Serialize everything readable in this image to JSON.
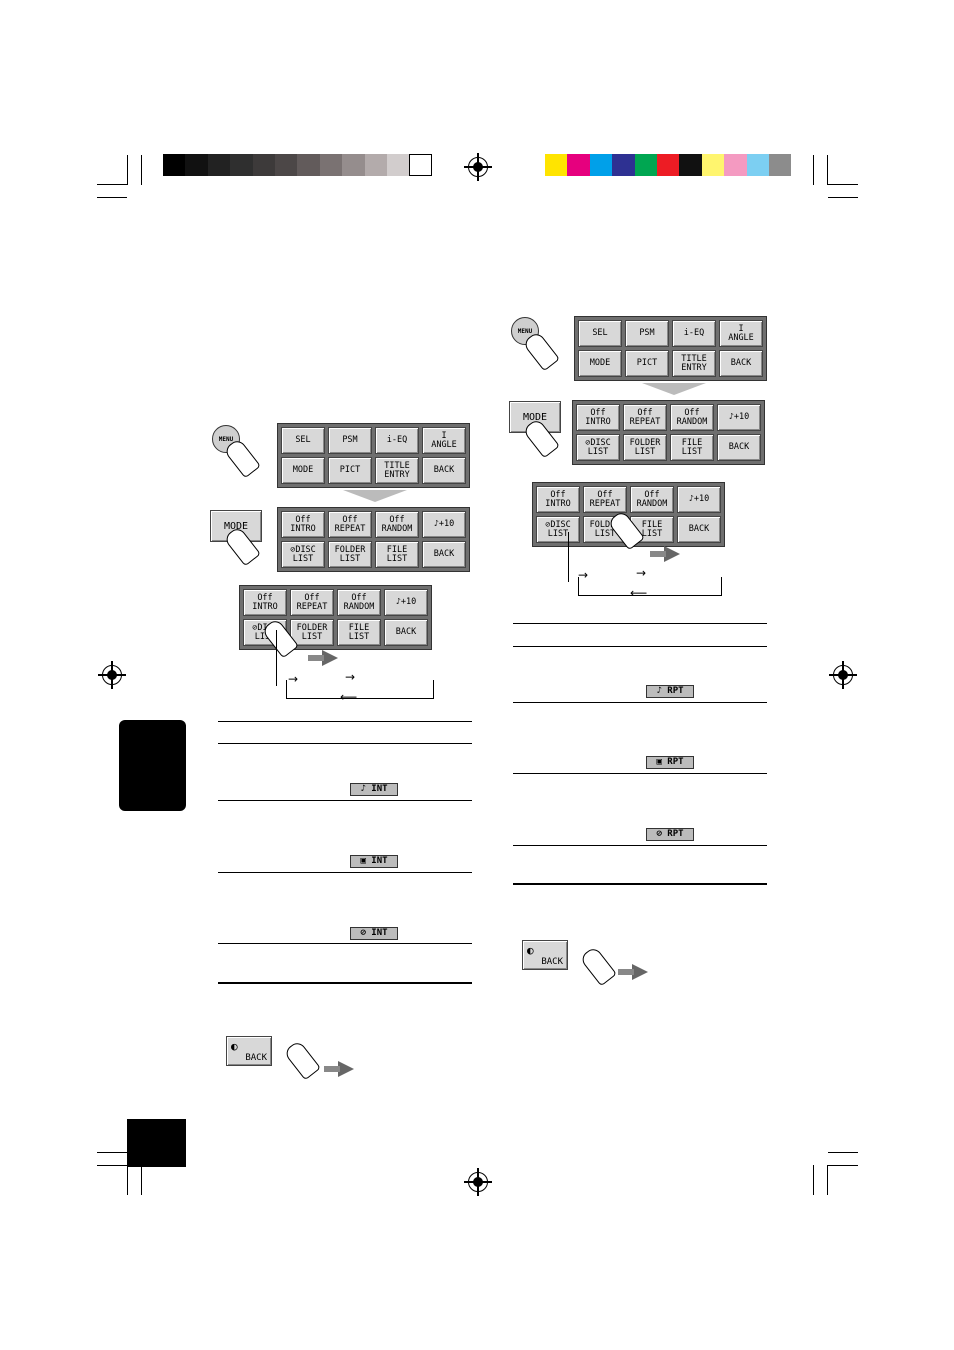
{
  "color_bars": {
    "grayscale": [
      "#000000",
      "#111111",
      "#222222",
      "#2f2f2f",
      "#3d3a3a",
      "#4c4747",
      "#625b5b",
      "#7a7272",
      "#958d8d",
      "#b3abab",
      "#d2cdcd",
      "#ffffff"
    ],
    "colors": [
      "#ffe400",
      "#e6007e",
      "#00a0e9",
      "#2e3192",
      "#00a651",
      "#ed1c24",
      "#111111",
      "#fff56e",
      "#f49ac1",
      "#7ccff2",
      "#8c8c8c"
    ]
  },
  "panels": {
    "main_menu": [
      [
        "SEL",
        ""
      ],
      [
        "PSM",
        ""
      ],
      [
        "i-EQ",
        ""
      ],
      [
        "I",
        "ANGLE"
      ],
      [
        "MODE",
        ""
      ],
      [
        "PICT",
        ""
      ],
      [
        "TITLE",
        "ENTRY"
      ],
      [
        "",
        "BACK"
      ]
    ],
    "mode_menu": [
      [
        "Off",
        "INTRO"
      ],
      [
        "Off",
        "REPEAT"
      ],
      [
        "Off",
        "RANDOM"
      ],
      [
        "♪+10",
        ""
      ],
      [
        "⊘DISC",
        "LIST"
      ],
      [
        "FOLDER",
        "LIST"
      ],
      [
        "FILE",
        "LIST"
      ],
      [
        "",
        "BACK"
      ]
    ]
  },
  "buttons": {
    "menu_label": "MENU",
    "mode_label": "MODE",
    "back_label": "BACK"
  },
  "badges": {
    "intro": [
      "♪ INT",
      "▣ INT",
      "⊘ INT"
    ],
    "repeat": [
      "♪ RPT",
      "▣ RPT",
      "⊘ RPT"
    ]
  }
}
